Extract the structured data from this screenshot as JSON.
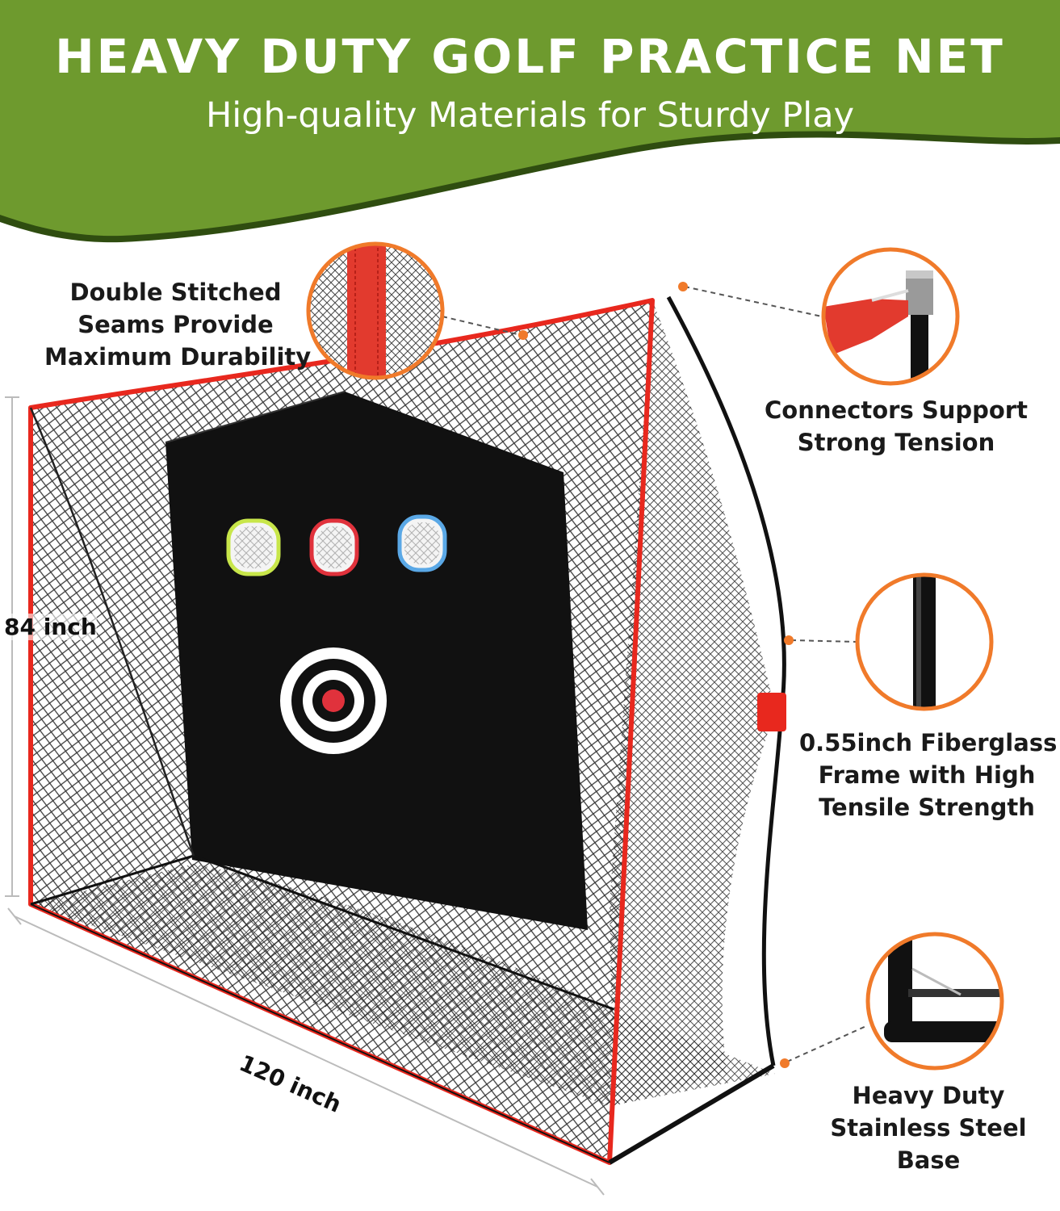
{
  "header": {
    "title": "HEAVY DUTY GOLF PRACTICE NET",
    "subtitle": "High-quality Materials for Sturdy Play"
  },
  "colors": {
    "banner_green": "#6e9a2e",
    "banner_edge": "#2f4d10",
    "net_border_red": "#e8281e",
    "callout_orange": "#f07a2a",
    "target_yellow": "#c8e64a",
    "target_red": "#e0323c",
    "target_blue": "#5aa8e6"
  },
  "features": {
    "seams": {
      "line1": "Double Stitched",
      "line2": "Seams Provide",
      "line3": "Maximum Durability"
    },
    "connectors": {
      "line1": "Connectors Support",
      "line2": "Strong Tension"
    },
    "frame": {
      "line1": "0.55inch Fiberglass",
      "line2": "Frame with High",
      "line3": "Tensile Strength"
    },
    "base": {
      "line1": "Heavy Duty",
      "line2": "Stainless Steel",
      "line3": "Base"
    }
  },
  "dimensions": {
    "height": "84 inch",
    "width": "120 inch"
  },
  "icons": [
    "seam-closeup-icon",
    "connector-closeup-icon",
    "fiberglass-pole-closeup-icon",
    "steel-base-closeup-icon",
    "bullseye-icon",
    "target-hole-icon"
  ]
}
